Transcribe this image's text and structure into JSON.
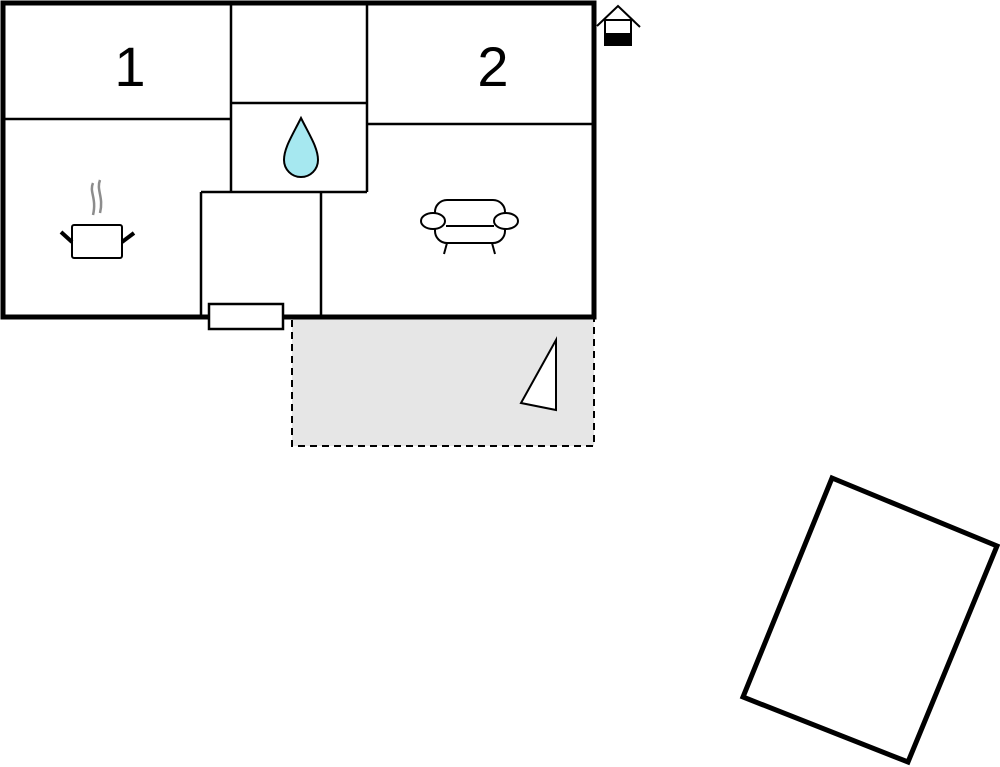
{
  "floorplan": {
    "rooms": [
      {
        "label": "1",
        "type": "bedroom"
      },
      {
        "label": "2",
        "type": "bedroom"
      }
    ],
    "icons": [
      "house-entrance-icon",
      "water-drop-icon",
      "cooking-pot-icon",
      "sofa-icon",
      "compass-triangle-icon"
    ],
    "colors": {
      "wall": "#000000",
      "terrace": "#e6e6e6",
      "water": "#a6e8f0",
      "steam": "#8c8c8c"
    }
  }
}
